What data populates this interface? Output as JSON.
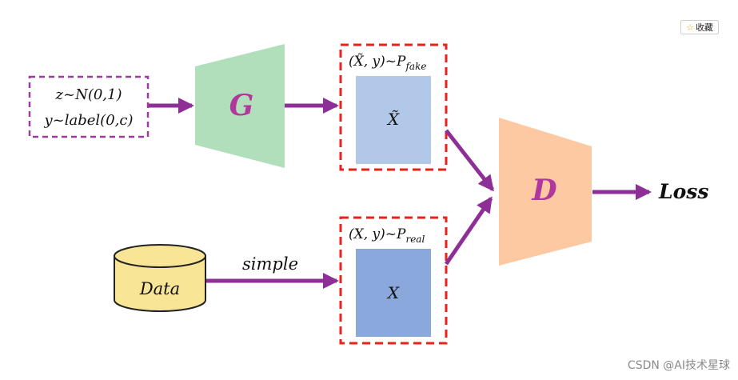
{
  "bookmark": {
    "icon": "star-icon",
    "label": "收藏"
  },
  "watermark": "CSDN @AI技术星球",
  "colors": {
    "arrow": "#8e2f97",
    "generator_fill": "#b1dfbb",
    "discriminator_fill": "#fcc9a2",
    "fake_sample_fill": "#b2c8e8",
    "real_sample_fill": "#8aa8dc",
    "data_fill": "#f9e596",
    "dashed_red": "#e8231c",
    "dashed_purple": "#9b3aa0",
    "letter_color": "#b0379c"
  },
  "diagram": {
    "input_box": {
      "line1": "z~N(0,1)",
      "line2": "y~label(0,c)"
    },
    "generator_label": "G",
    "fake_pair_label": "(X̃, y)~P",
    "fake_pair_sub": "fake",
    "fake_sample_label": "X̃",
    "discriminator_label": "D",
    "output_label": "Loss",
    "data_label": "Data",
    "edge_label": "simple",
    "real_pair_label": "(X, y)~P",
    "real_pair_sub": "real",
    "real_sample_label": "X"
  }
}
